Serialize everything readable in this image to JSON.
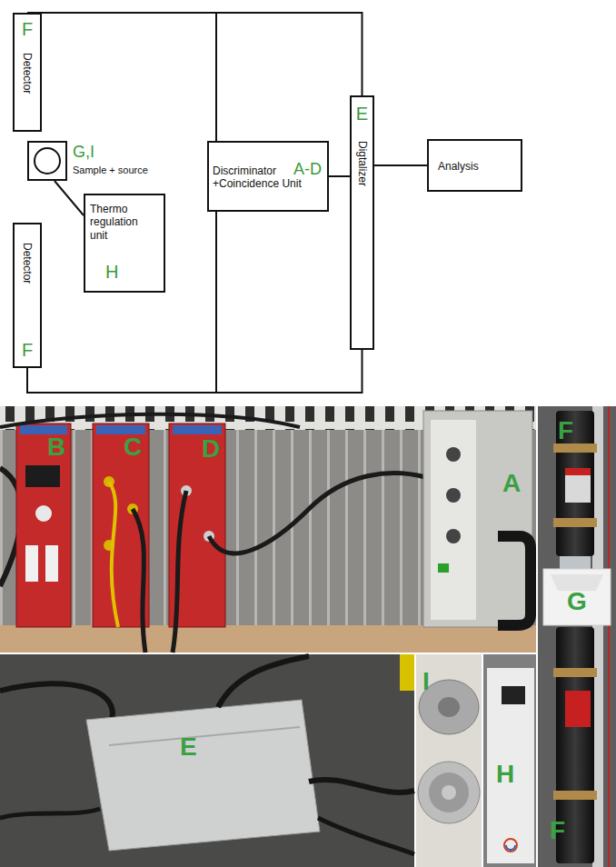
{
  "diagram": {
    "nodes": [
      {
        "text": [
          "F",
          "Detector"
        ]
      },
      {
        "text": [
          "G,I",
          "Sample + source"
        ]
      },
      {
        "text": [
          "Thermo regulation unit",
          "H"
        ]
      },
      {
        "text": [
          "Detector",
          "F"
        ]
      },
      {
        "text": [
          "Discriminator +Coincidence Unit",
          "A-D"
        ]
      },
      {
        "text": [
          "E",
          "Digtalizer"
        ]
      },
      {
        "text": [
          "Analysis"
        ]
      }
    ],
    "edges": [
      {
        "from": 0,
        "to": 4,
        "arrow": "none"
      },
      {
        "from": 0,
        "to": 5,
        "arrow": "none"
      },
      {
        "from": 3,
        "to": 4,
        "arrow": "none"
      },
      {
        "from": 3,
        "to": 5,
        "arrow": "none"
      },
      {
        "from": 4,
        "to": 5,
        "arrow": "none"
      },
      {
        "from": 5,
        "to": 6,
        "arrow": "none"
      },
      {
        "from": 1,
        "to": 2,
        "arrow": "none"
      }
    ],
    "labels": [
      "B",
      "C",
      "D",
      "A",
      "F",
      "G",
      "E",
      "I",
      "H",
      "F"
    ]
  }
}
